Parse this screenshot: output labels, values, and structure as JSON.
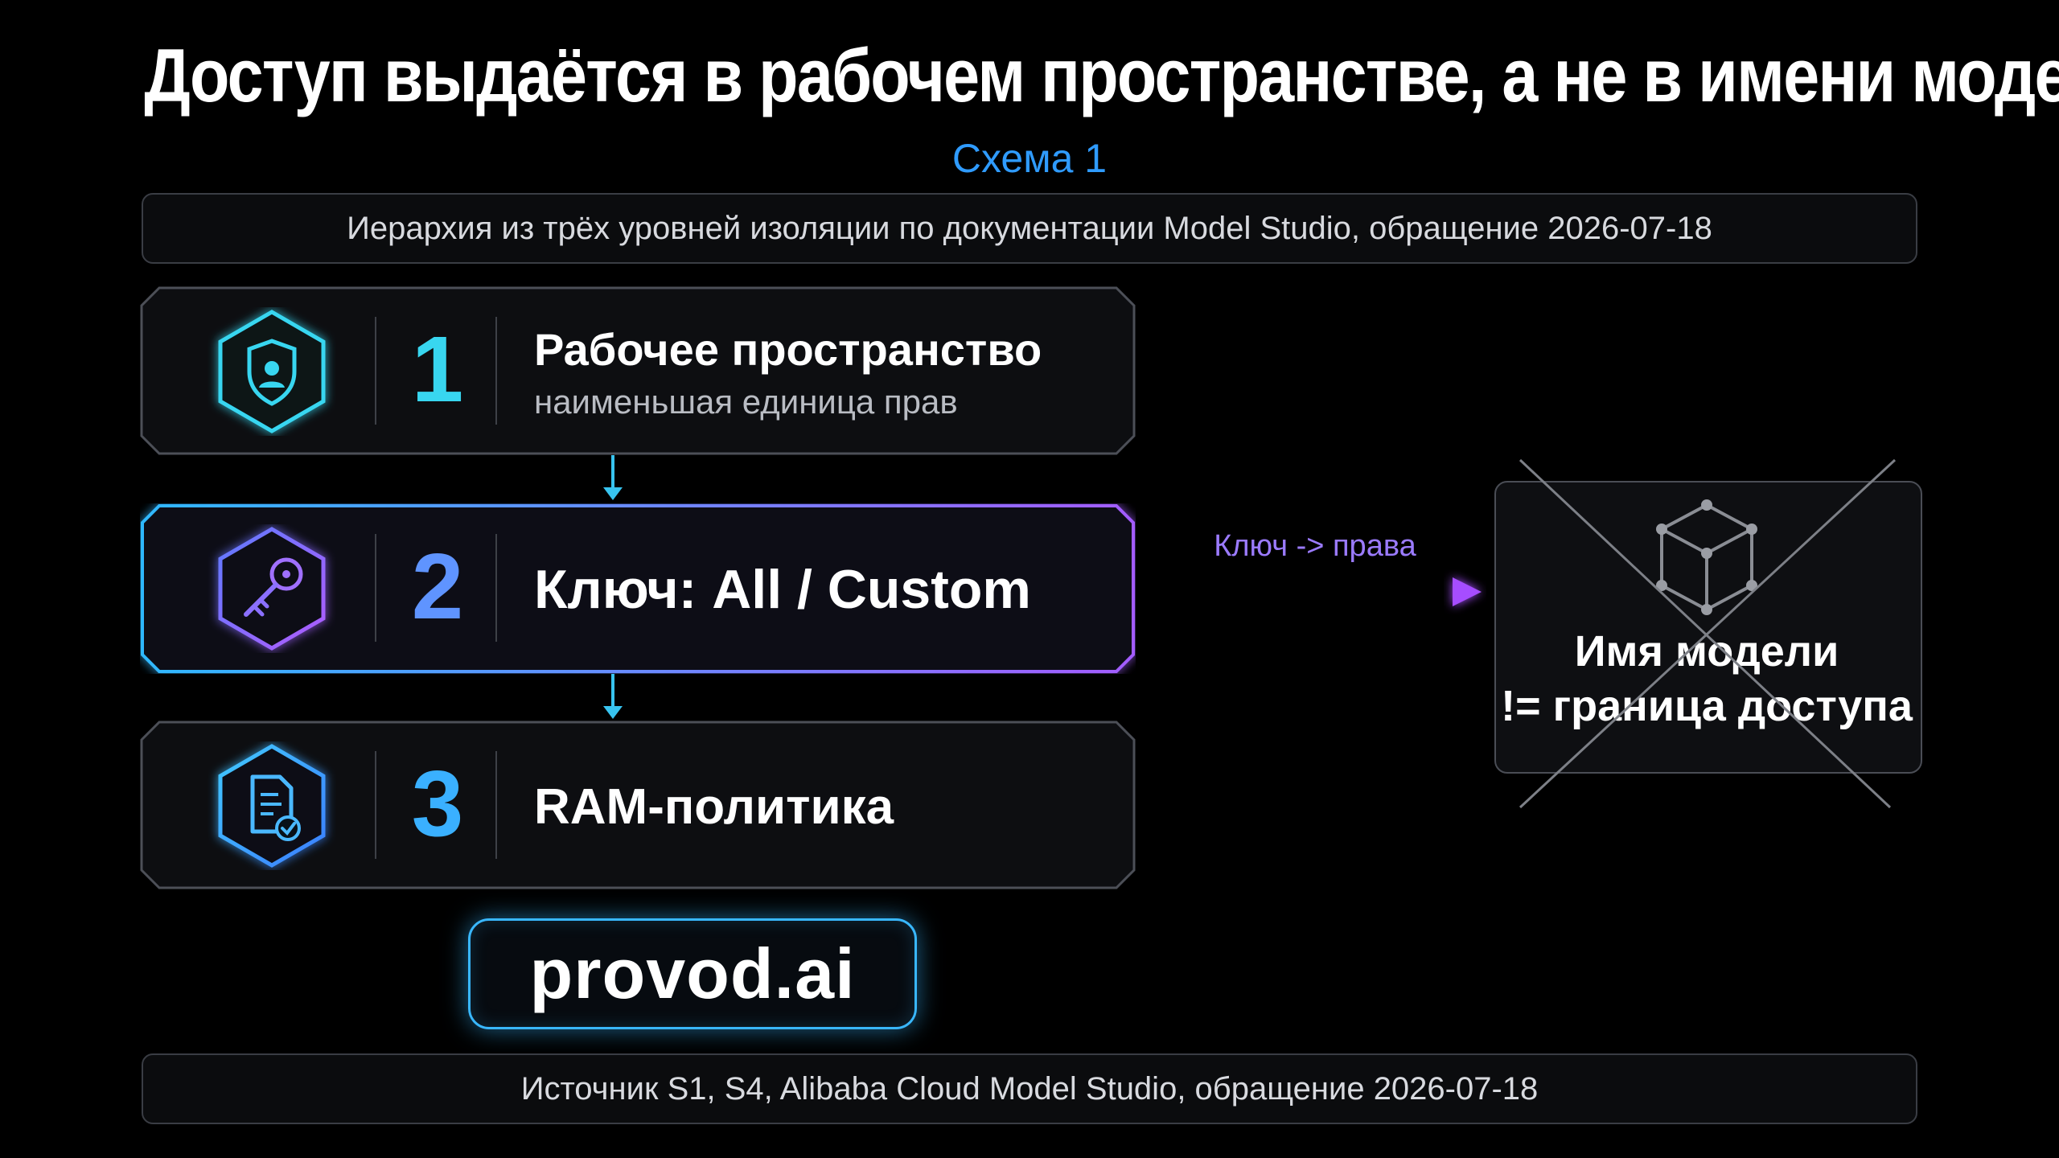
{
  "header": {
    "title": "Доступ выдаётся в рабочем пространстве, а не в имени модели",
    "subtitle": "Схема 1"
  },
  "notes": {
    "top": "Иерархия из трёх уровней изоляции по документации Model Studio, обращение 2026-07-18",
    "bottom": "Источник S1, S4, Alibaba Cloud Model Studio, обращение 2026-07-18"
  },
  "tiers": [
    {
      "number": "1",
      "title": "Рабочее пространство",
      "subtitle": "наименьшая единица прав",
      "icon": "shield-user-icon",
      "accent": "#38d6f0"
    },
    {
      "number": "2",
      "title": "Ключ: All / Custom",
      "subtitle": "",
      "icon": "key-icon",
      "accent": "#8a6cff"
    },
    {
      "number": "3",
      "title": "RAM-политика",
      "subtitle": "",
      "icon": "policy-document-icon",
      "accent": "#3aa8ff"
    }
  ],
  "connector": {
    "label": "Ключ -> права"
  },
  "model_box": {
    "line1": "Имя модели",
    "line2": "!= граница доступа",
    "icon": "cube-icon",
    "crossed_out": true
  },
  "brand": {
    "text": "provod.ai"
  },
  "colors": {
    "background": "#000000",
    "cyan": "#38d6f0",
    "blue": "#2f9bff",
    "violet": "#9b5cff"
  }
}
